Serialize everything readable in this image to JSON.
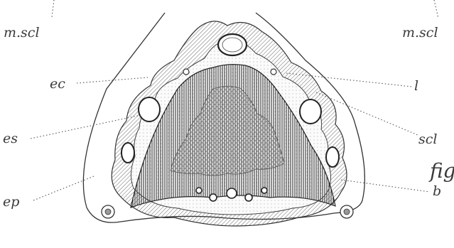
{
  "figure": {
    "labels": {
      "m_scl_left": "m.scl",
      "m_scl_right": "m.scl",
      "ec": "ec",
      "es": "es",
      "ep": "ep",
      "l": "l",
      "scl": "scl",
      "fig": "fig",
      "b": "b"
    }
  }
}
